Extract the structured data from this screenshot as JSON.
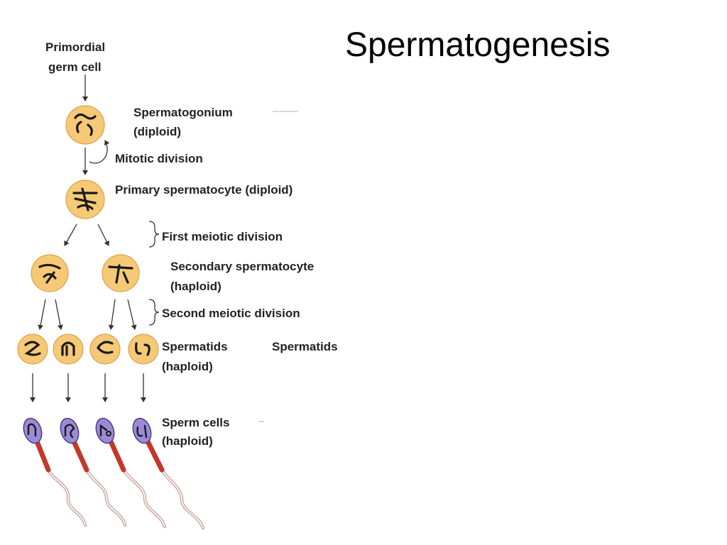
{
  "slide": {
    "title": "Spermatogenesis"
  },
  "diagram": {
    "labels": {
      "primordial_line1": "Primordial",
      "primordial_line2": "germ cell",
      "spermatogonium": "Spermatogonium",
      "spermatogonium_ploidy": "(diploid)",
      "mitotic": "Mitotic division",
      "primary": "Primary spermatocyte (diploid)",
      "first_meiotic": "First meiotic division",
      "secondary": "Secondary spermatocyte",
      "secondary_ploidy": "(haploid)",
      "second_meiotic": "Second meiotic division",
      "spermatids": "Spermatids",
      "spermatids_extra": "Spermatids",
      "spermatids_ploidy": "(haploid)",
      "sperm_cells": "Sperm cells",
      "sperm_ploidy": "(haploid)"
    },
    "colors": {
      "cell_fill": "#f6c977",
      "sperm_head": "#9d8ad6",
      "midpiece": "#c0392b",
      "tail": "#c9a7a2"
    }
  }
}
